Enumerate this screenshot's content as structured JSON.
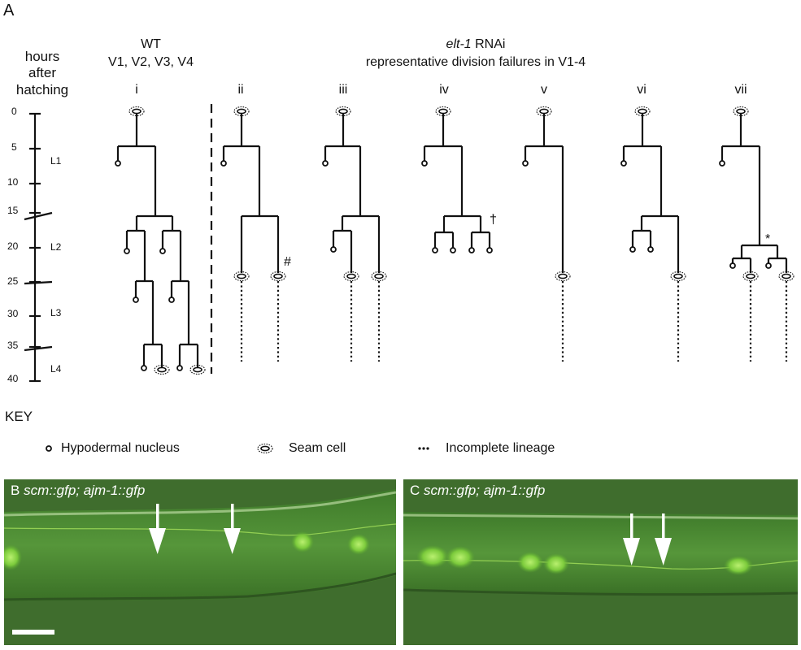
{
  "panel_a": {
    "label": "A",
    "axis_title": [
      "hours",
      "after",
      "hatching"
    ],
    "ticks": [
      "0",
      "5",
      "10",
      "15",
      "20",
      "25",
      "30",
      "35",
      "40"
    ],
    "stages": [
      "L1",
      "L2",
      "L3",
      "L4"
    ],
    "wt_title": "WT",
    "wt_subtitle": "V1, V2, V3, V4",
    "rnai_title_italic": "elt-1",
    "rnai_title_rest": " RNAi",
    "rnai_subtitle": "representative division failures in V1-4",
    "lineages": [
      "i",
      "ii",
      "iii",
      "iv",
      "v",
      "vi",
      "vii"
    ],
    "markers": {
      "hash": "#",
      "dagger": "†",
      "asterisk": "*"
    }
  },
  "key": {
    "title": "KEY",
    "hypodermal": "Hypodermal nucleus",
    "seam": "Seam cell",
    "incomplete": "Incomplete lineage"
  },
  "panel_b": {
    "letter": "B",
    "genotype": "scm::gfp; ajm-1::gfp"
  },
  "panel_c": {
    "letter": "C",
    "genotype": "scm::gfp; ajm-1::gfp"
  },
  "colors": {
    "tissue": "#4f8a34",
    "dark": "#2c4d1f",
    "nucleus": "#9be15a",
    "line": "#111111"
  }
}
